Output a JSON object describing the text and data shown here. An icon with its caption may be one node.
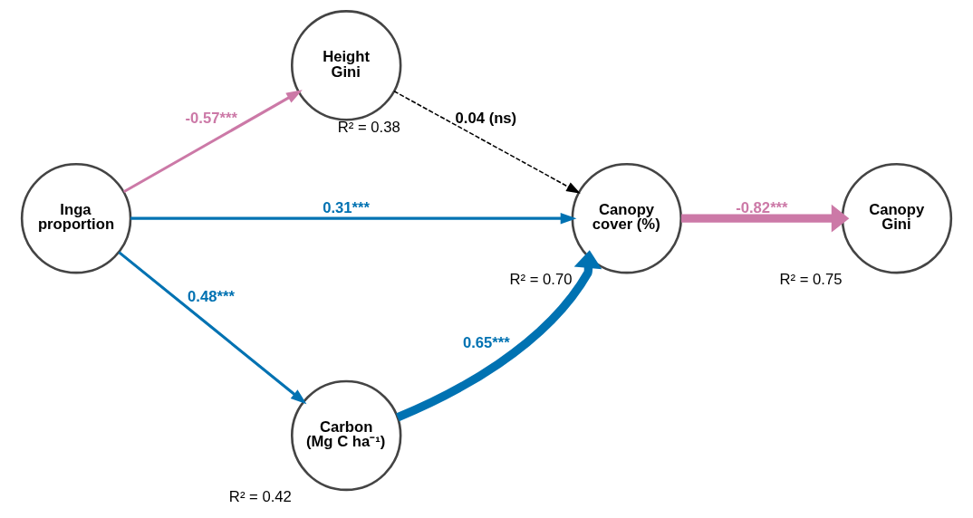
{
  "diagram": {
    "nodes": [
      {
        "text": [
          "Height Gini"
        ],
        "beside": [
          "R² = 0.38"
        ]
      },
      {
        "text": [
          "Inga proportion"
        ]
      },
      {
        "text": [
          "Canopy cover (%)"
        ],
        "beside": [
          "R² = 0.70"
        ]
      },
      {
        "text": [
          "Canopy Gini"
        ],
        "beside": [
          "R² = 0.75"
        ]
      },
      {
        "text": [
          "Carbon (Mg C ha⁻¹)"
        ],
        "beside": [
          "R² = 0.42"
        ]
      }
    ],
    "edges": [
      {
        "from": 1,
        "to": 0,
        "arrow": "to",
        "label": "-0.57***",
        "color": "#cc79a7"
      },
      {
        "from": 0,
        "to": 2,
        "arrow": "to",
        "label": "0.04 (ns)",
        "style": "dashed",
        "color": "#000000"
      },
      {
        "from": 1,
        "to": 2,
        "arrow": "to",
        "label": "0.31***"
      },
      {
        "from": 1,
        "to": 4,
        "arrow": "to",
        "label": "0.48***"
      },
      {
        "from": 4,
        "to": 2,
        "arrow": "to",
        "label": "0.65***",
        "style": "thick"
      },
      {
        "from": 2,
        "to": 3,
        "arrow": "to",
        "label": "-0.82***",
        "style": "thick",
        "color": "#cc79a7"
      }
    ]
  }
}
